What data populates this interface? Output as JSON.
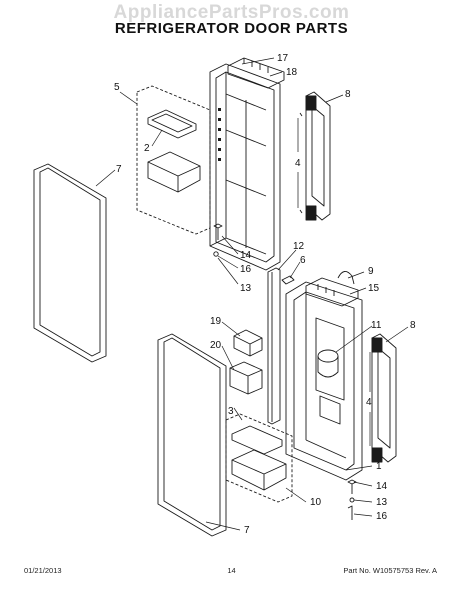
{
  "watermark": "AppliancePartsPros.com",
  "title": "REFRIGERATOR DOOR PARTS",
  "callouts": {
    "c1": "1",
    "c2": "2",
    "c3": "3",
    "c4a": "4",
    "c4b": "4",
    "c5": "5",
    "c6": "6",
    "c7a": "7",
    "c7b": "7",
    "c8a": "8",
    "c8b": "8",
    "c9": "9",
    "c10": "10",
    "c11": "11",
    "c12": "12",
    "c13a": "13",
    "c13b": "13",
    "c14a": "14",
    "c14b": "14",
    "c15": "15",
    "c16a": "16",
    "c16b": "16",
    "c17": "17",
    "c18": "18",
    "c19": "19",
    "c20": "20"
  },
  "footer": {
    "date": "01/21/2013",
    "page": "14",
    "part_no": "Part No. W10575753  Rev. A"
  }
}
